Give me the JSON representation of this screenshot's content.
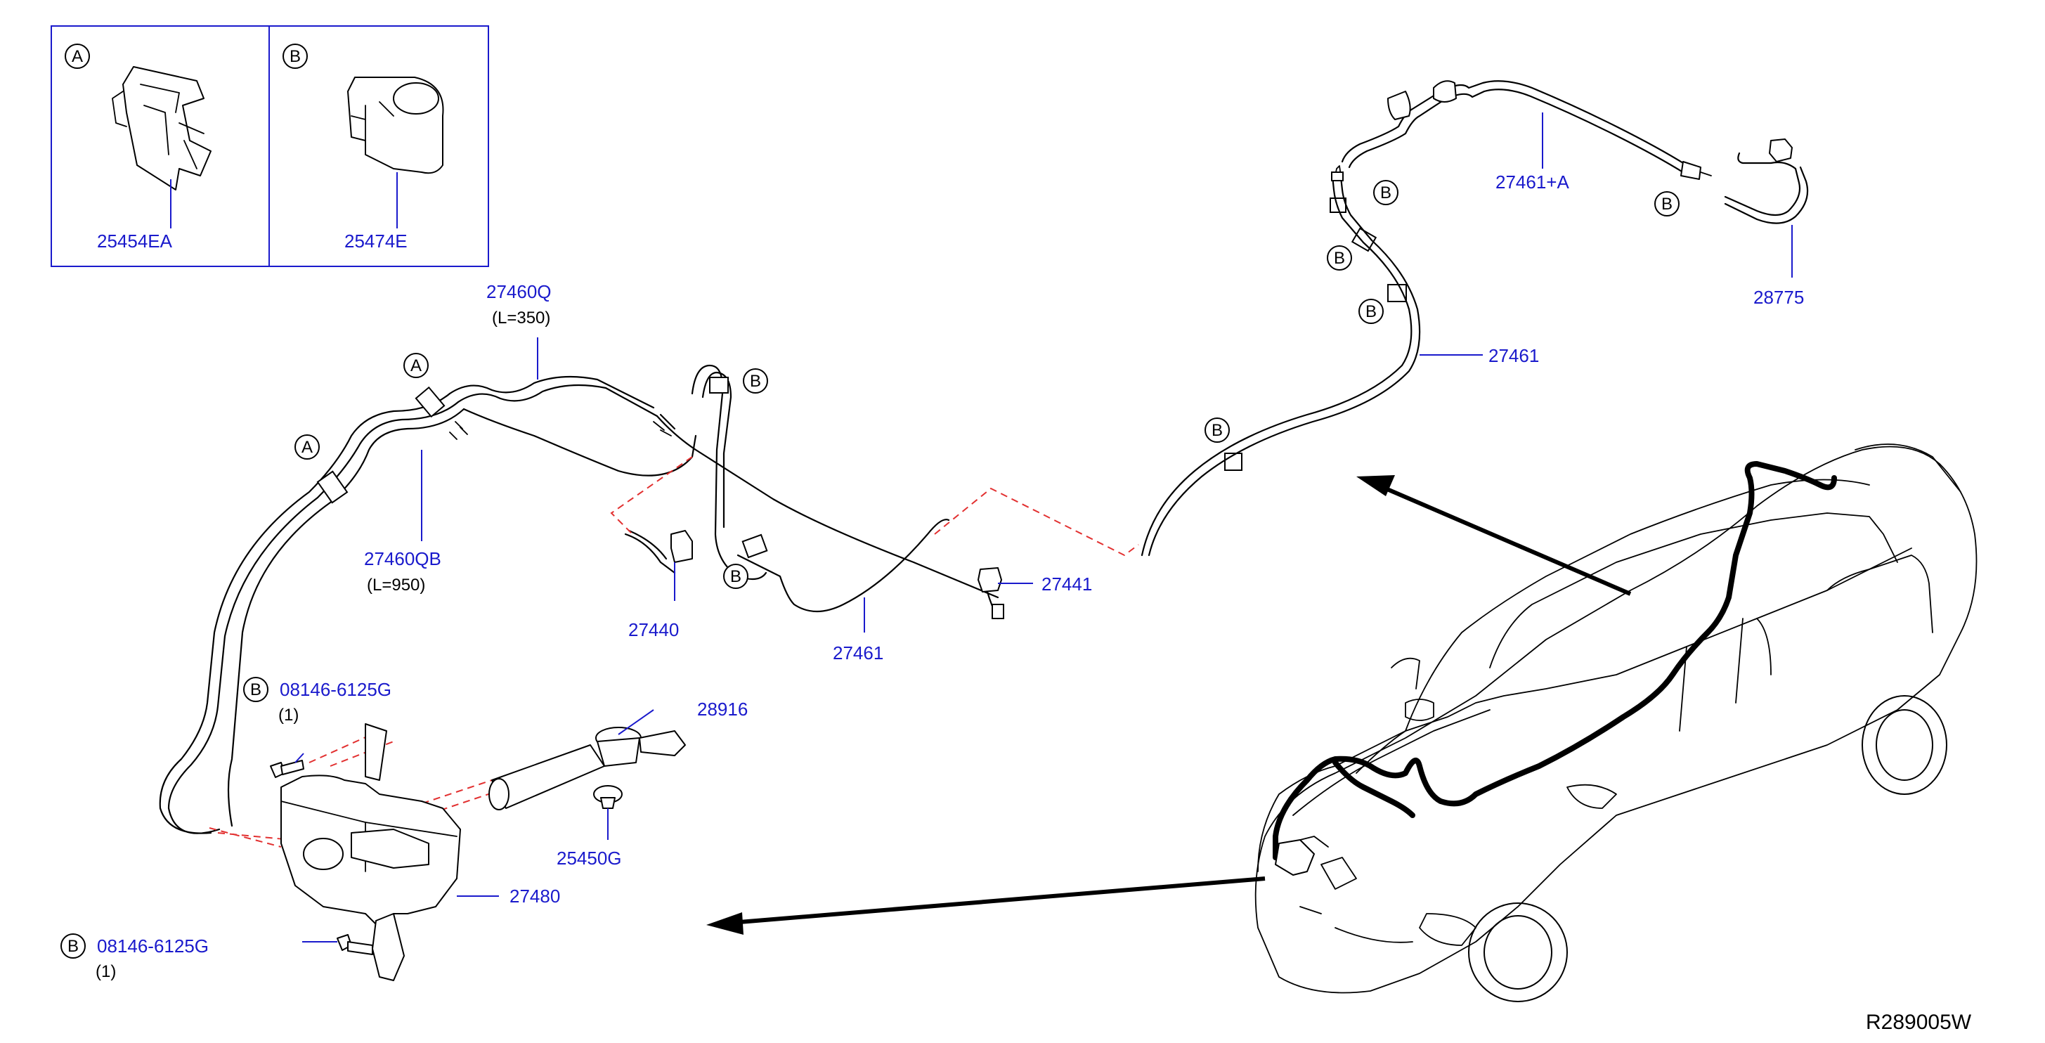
{
  "inset": {
    "a": {
      "letter": "A",
      "part": "25454EA"
    },
    "b": {
      "letter": "B",
      "part": "25474E"
    }
  },
  "labels": {
    "p27460Q": "27460Q",
    "p27460Q_len": "(L=350)",
    "p27460QB": "27460QB",
    "p27460QB_len": "(L=950)",
    "p27440": "27440",
    "p27461_low": "27461",
    "p27441": "27441",
    "p27461_right": "27461",
    "p27461A": "27461+A",
    "p28775": "28775",
    "p08146_top": "08146-6125G",
    "qty_top": "(1)",
    "p28916": "28916",
    "p25450G": "25450G",
    "p27480": "27480",
    "p08146_bottom": "08146-6125G",
    "qty_bottom": "(1)"
  },
  "circles": {
    "a1": "A",
    "a2": "A",
    "b1": "B",
    "b2": "B",
    "b3": "B",
    "b4": "B",
    "b5": "B",
    "b6": "B",
    "b7": "B",
    "b8": "B",
    "b9": "B"
  },
  "diagram_code": "R289005W"
}
